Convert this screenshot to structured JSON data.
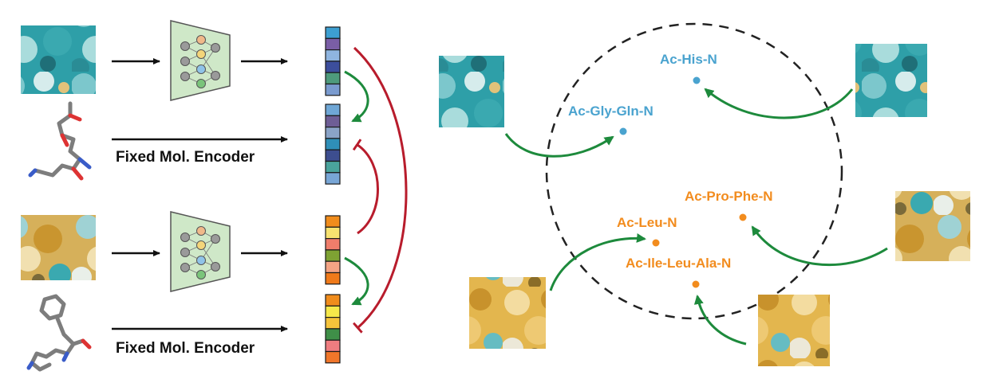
{
  "encoder_labels": {
    "top": "Fixed Mol. Encoder",
    "bottom": "Fixed Mol. Encoder"
  },
  "peptides": {
    "his": "Ac-His-N",
    "gly_gln": "Ac-Gly-Gln-N",
    "pro_phe": "Ac-Pro-Phe-N",
    "leu": "Ac-Leu-N",
    "ile_leu_ala": "Ac-Ile-Leu-Ala-N"
  },
  "colors": {
    "blue_group": "#4aa3cf",
    "orange_group": "#f28c1e",
    "green_arrow": "#1d8a3c",
    "red_arc": "#b81c2c",
    "network_fill": "#cfe8c8",
    "circle": "#222222"
  },
  "embeddings": {
    "top_a": [
      "#3d9fd1",
      "#7a5ea6",
      "#8fb5e0",
      "#3c4e9c",
      "#4e9a7c",
      "#7a9bcf"
    ],
    "top_b": [
      "#6fa7d6",
      "#6e5e96",
      "#8aa3c7",
      "#2f8fb8",
      "#3d4e8f",
      "#4aa39c",
      "#78a6d6"
    ],
    "bottom_a": [
      "#f08c1c",
      "#f7e270",
      "#ef7d6b",
      "#7ea233",
      "#f4a484",
      "#f07a1a"
    ],
    "bottom_b": [
      "#f08c1c",
      "#f6e84a",
      "#f5c33b",
      "#3f8f48",
      "#ef7d80",
      "#f0762a"
    ]
  }
}
